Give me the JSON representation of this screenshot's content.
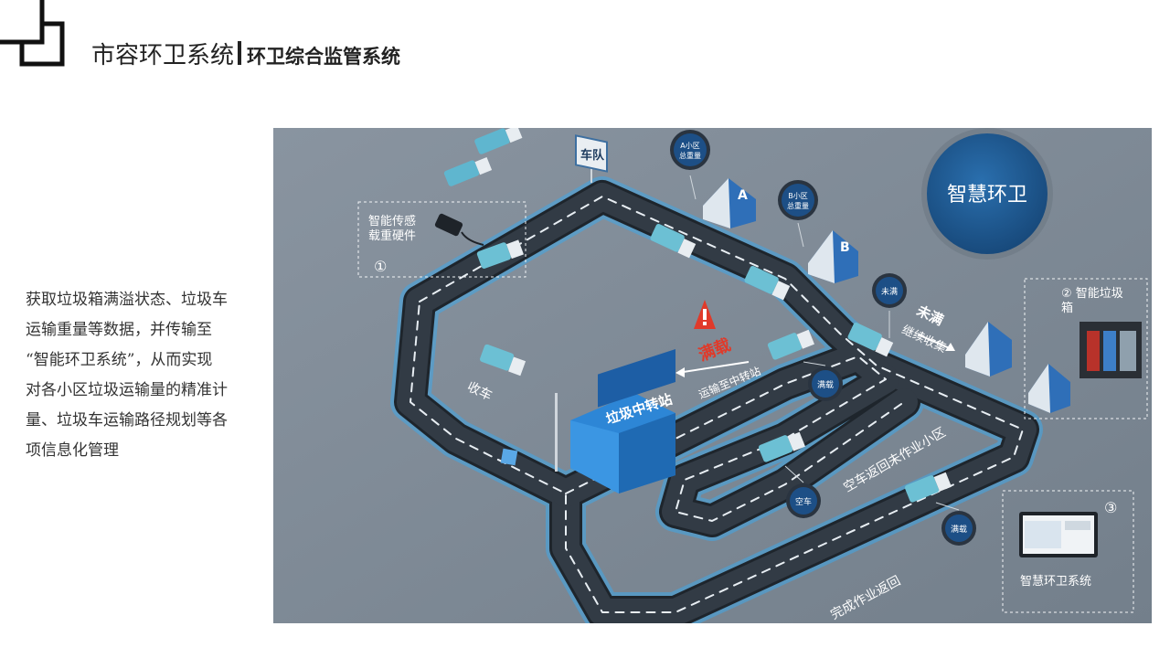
{
  "header": {
    "title": "市容环卫系统",
    "subtitle": "环卫综合监管系统"
  },
  "description": {
    "lines": [
      "获取垃圾箱满溢状态、垃圾车",
      "运输重量等数据，并传输至",
      "“智能环卫系统”，从而实现",
      "对各小区垃圾运输量的精准计",
      "量、垃圾车运输路径规划等各",
      "项信息化管理"
    ]
  },
  "diagram": {
    "brand_circle": "智慧环卫",
    "fleet_sign": "车队",
    "station_sign": "垃圾中转站",
    "sensor_box": {
      "label_line1": "智能传感",
      "label_line2": "载重硬件",
      "number": "①"
    },
    "bin_box": {
      "label_line1": "② 智能垃圾",
      "label_line2": "箱"
    },
    "system_box": {
      "number": "③",
      "label": "智慧环卫系统"
    },
    "badge_a": {
      "line1": "A小区",
      "line2": "总重量"
    },
    "badge_b": {
      "line1": "B小区",
      "line2": "总重量"
    },
    "house_a_letter": "A",
    "house_b_letter": "B",
    "badge_not_full": "未满",
    "badge_full_1": "满载",
    "badge_empty": "空车",
    "badge_full_2": "满载",
    "warning_text": "满载",
    "road_label_collect": "收车",
    "road_label_to_station": "运输至中转站",
    "road_label_not_full": "未满",
    "road_label_continue": "继续收集",
    "road_label_empty_return": "空车返回未作业小区",
    "road_label_done_return": "完成作业返回"
  },
  "colors": {
    "background": "#7d8a96",
    "road": "#2b333c",
    "road_glow": "#3fa8e8",
    "badge_fill": "#1d4f86",
    "brand_circle": "#1c5a92",
    "station": "#2d86d6",
    "warning": "#e03a2a"
  }
}
